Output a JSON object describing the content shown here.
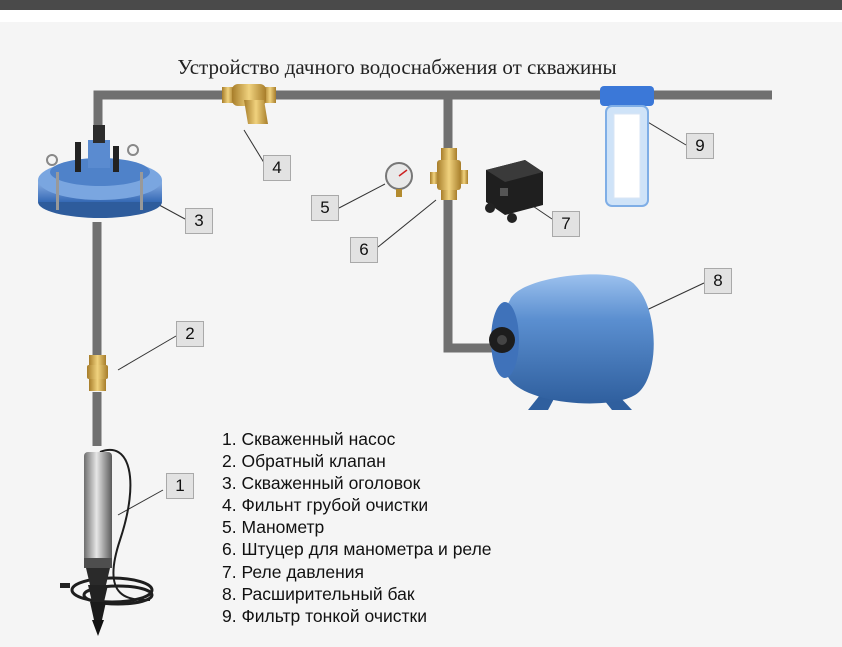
{
  "title": "Устройство дачного водоснабжения от скважины",
  "tags": [
    "1",
    "2",
    "3",
    "4",
    "5",
    "6",
    "7",
    "8",
    "9"
  ],
  "legend": [
    "1. Скваженный насос",
    "2. Обратный клапан",
    "3. Скваженный оголовок",
    "4. Фильнт грубой очистки",
    "5. Манометр",
    "6. Штуцер для манометра и реле",
    "7. Реле давления",
    "8. Расширительный бак",
    "9. Фильтр тонкой очистки"
  ],
  "colors": {
    "pipe": "#707070",
    "tank": "#5b8fd0",
    "brass": "#c9a24a",
    "filter": "#3b78d8"
  },
  "icons": [
    "pump-icon",
    "check-valve-icon",
    "well-cap-icon",
    "strainer-icon",
    "gauge-icon",
    "fitting-icon",
    "pressure-switch-icon",
    "expansion-tank-icon",
    "water-filter-icon"
  ]
}
